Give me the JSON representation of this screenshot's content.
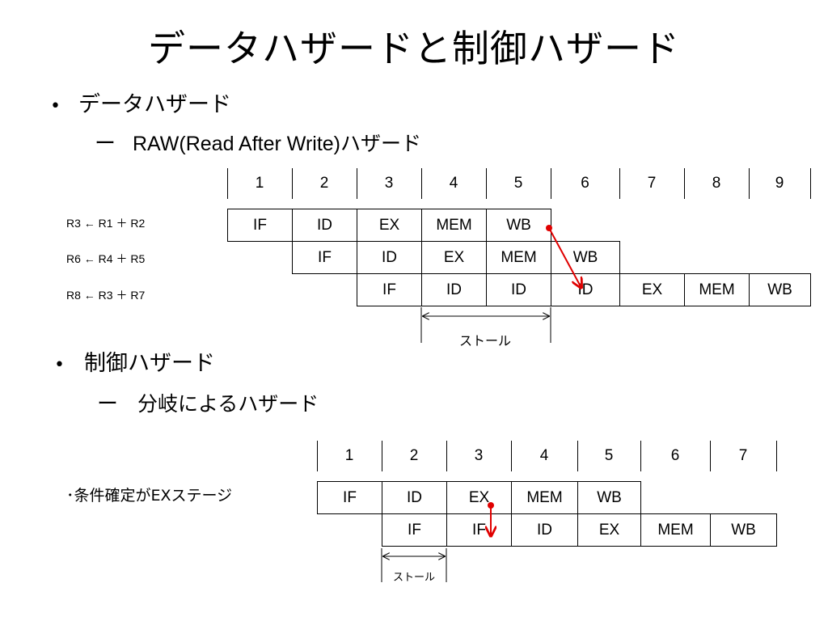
{
  "title": "データハザードと制御ハザード",
  "bullets": {
    "data_hazard": {
      "marker": "•",
      "label": "データハザード",
      "sub_marker": "ー",
      "sub_label": "RAW(Read After Write)ハザード"
    },
    "control_hazard": {
      "marker": "•",
      "label": "制御ハザード",
      "sub_marker": "ー",
      "sub_label": "分岐によるハザード"
    }
  },
  "raw_table": {
    "cycles": [
      "1",
      "2",
      "3",
      "4",
      "5",
      "6",
      "7",
      "8",
      "9"
    ],
    "instructions": [
      "R3 ← R1 ＋ R2",
      "R6 ← R4 ＋ R5",
      "R8 ← R3 ＋ R7"
    ],
    "rows": [
      [
        "IF",
        "ID",
        "EX",
        "MEM",
        "WB"
      ],
      [
        "IF",
        "ID",
        "EX",
        "MEM",
        "WB"
      ],
      [
        "IF",
        "ID",
        "ID",
        "ID",
        "EX",
        "MEM",
        "WB"
      ]
    ],
    "stall_label": "ストール"
  },
  "branch_table": {
    "cycles": [
      "1",
      "2",
      "3",
      "4",
      "5",
      "6",
      "7"
    ],
    "note": "･条件確定がEXステージ",
    "rows": [
      [
        "IF",
        "ID",
        "EX",
        "MEM",
        "WB"
      ],
      [
        "IF",
        "IF",
        "ID",
        "EX",
        "MEM",
        "WB"
      ]
    ],
    "stall_label": "ストール"
  },
  "colors": {
    "arrow": "#e00000",
    "text": "#000000",
    "background": "#ffffff"
  }
}
